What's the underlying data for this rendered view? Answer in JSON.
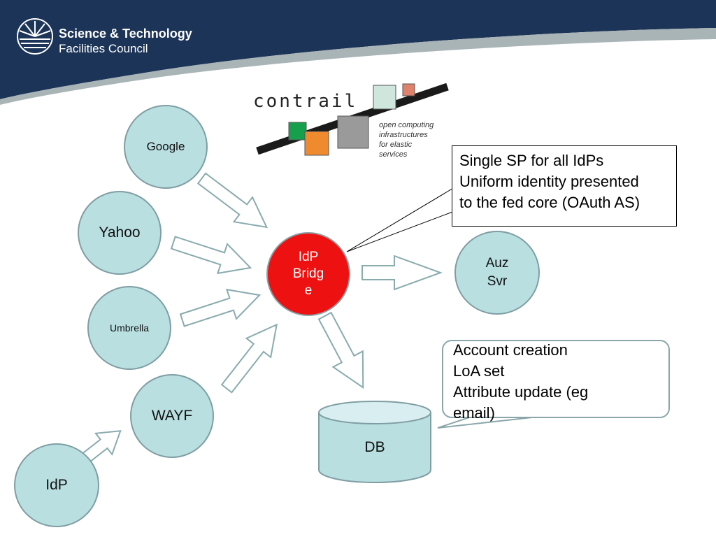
{
  "header": {
    "org_name_line1": "Science & Technology",
    "org_name_line2": "Facilities Council",
    "colors": {
      "navy": "#1c3457",
      "swoosh": "#a9b4b6"
    }
  },
  "logo": {
    "wordmark": "contrail",
    "tagline": [
      "open computing",
      "infrastructures",
      "for elastic",
      "services"
    ],
    "square_colors": [
      "#cfe6dd",
      "#e0826b",
      "#16a04e",
      "#ef8a2f",
      "#9a9a9a"
    ]
  },
  "nodes": {
    "google": "Google",
    "yahoo": "Yahoo",
    "umbrella": "Umbrella",
    "wayf": "WAYF",
    "idp": "IdP",
    "bridge": [
      "IdP",
      "Bridg",
      "e"
    ],
    "auz": [
      "Auz",
      "Svr"
    ],
    "db": "DB"
  },
  "callouts": {
    "sp": [
      "Single SP for all IdPs",
      "Uniform identity presented",
      "to the fed core (OAuth AS)"
    ],
    "account": [
      "Account creation",
      "LoA set",
      "Attribute update (eg",
      "email)"
    ]
  },
  "colors": {
    "node_fill": "#b9dfe1",
    "node_stroke": "#7f9ea3",
    "bridge_fill": "#ee1111",
    "arrow_stroke": "#8aabae"
  }
}
